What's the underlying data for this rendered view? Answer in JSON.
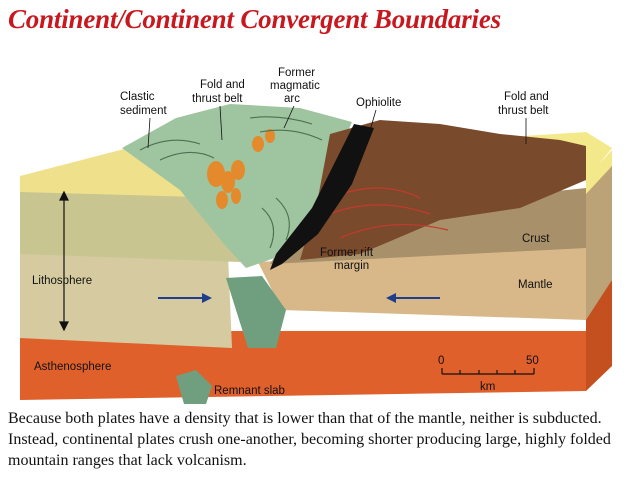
{
  "title": "Continent/Continent Convergent Boundaries",
  "labels": {
    "clastic_sediment": [
      "Clastic",
      "sediment"
    ],
    "fold_thrust_left": [
      "Fold and",
      "thrust belt"
    ],
    "former_magmatic_arc": [
      "Former",
      "magmatic",
      "arc"
    ],
    "ophiolite": "Ophiolite",
    "fold_thrust_right": [
      "Fold and",
      "thrust belt"
    ],
    "crust": "Crust",
    "former_rift_margin": [
      "Former rift",
      "margin"
    ],
    "lithosphere": "Lithosphere",
    "mantle": "Mantle",
    "asthenosphere": "Asthenosphere",
    "remnant_slab": "Remnant slab"
  },
  "scale_bar": {
    "start": "0",
    "end": "50",
    "unit": "km"
  },
  "caption": "Because both plates have a density that is lower than that of the mantle, neither is subducted.  Instead, continental plates crush one-another, becoming shorter producing large, highly folded mountain ranges that lack volcanism.",
  "colors": {
    "title": "#c8181e",
    "asthenosphere": "#e0602c",
    "mantle": "#cfb58c",
    "crust": "#a8906a",
    "sediment": "#f3e98a",
    "slab": "#6f9f7f",
    "left_mountains": "#9fc4a0",
    "right_mountains": "#7a4a2c",
    "arrow": "#1f3f8c"
  }
}
